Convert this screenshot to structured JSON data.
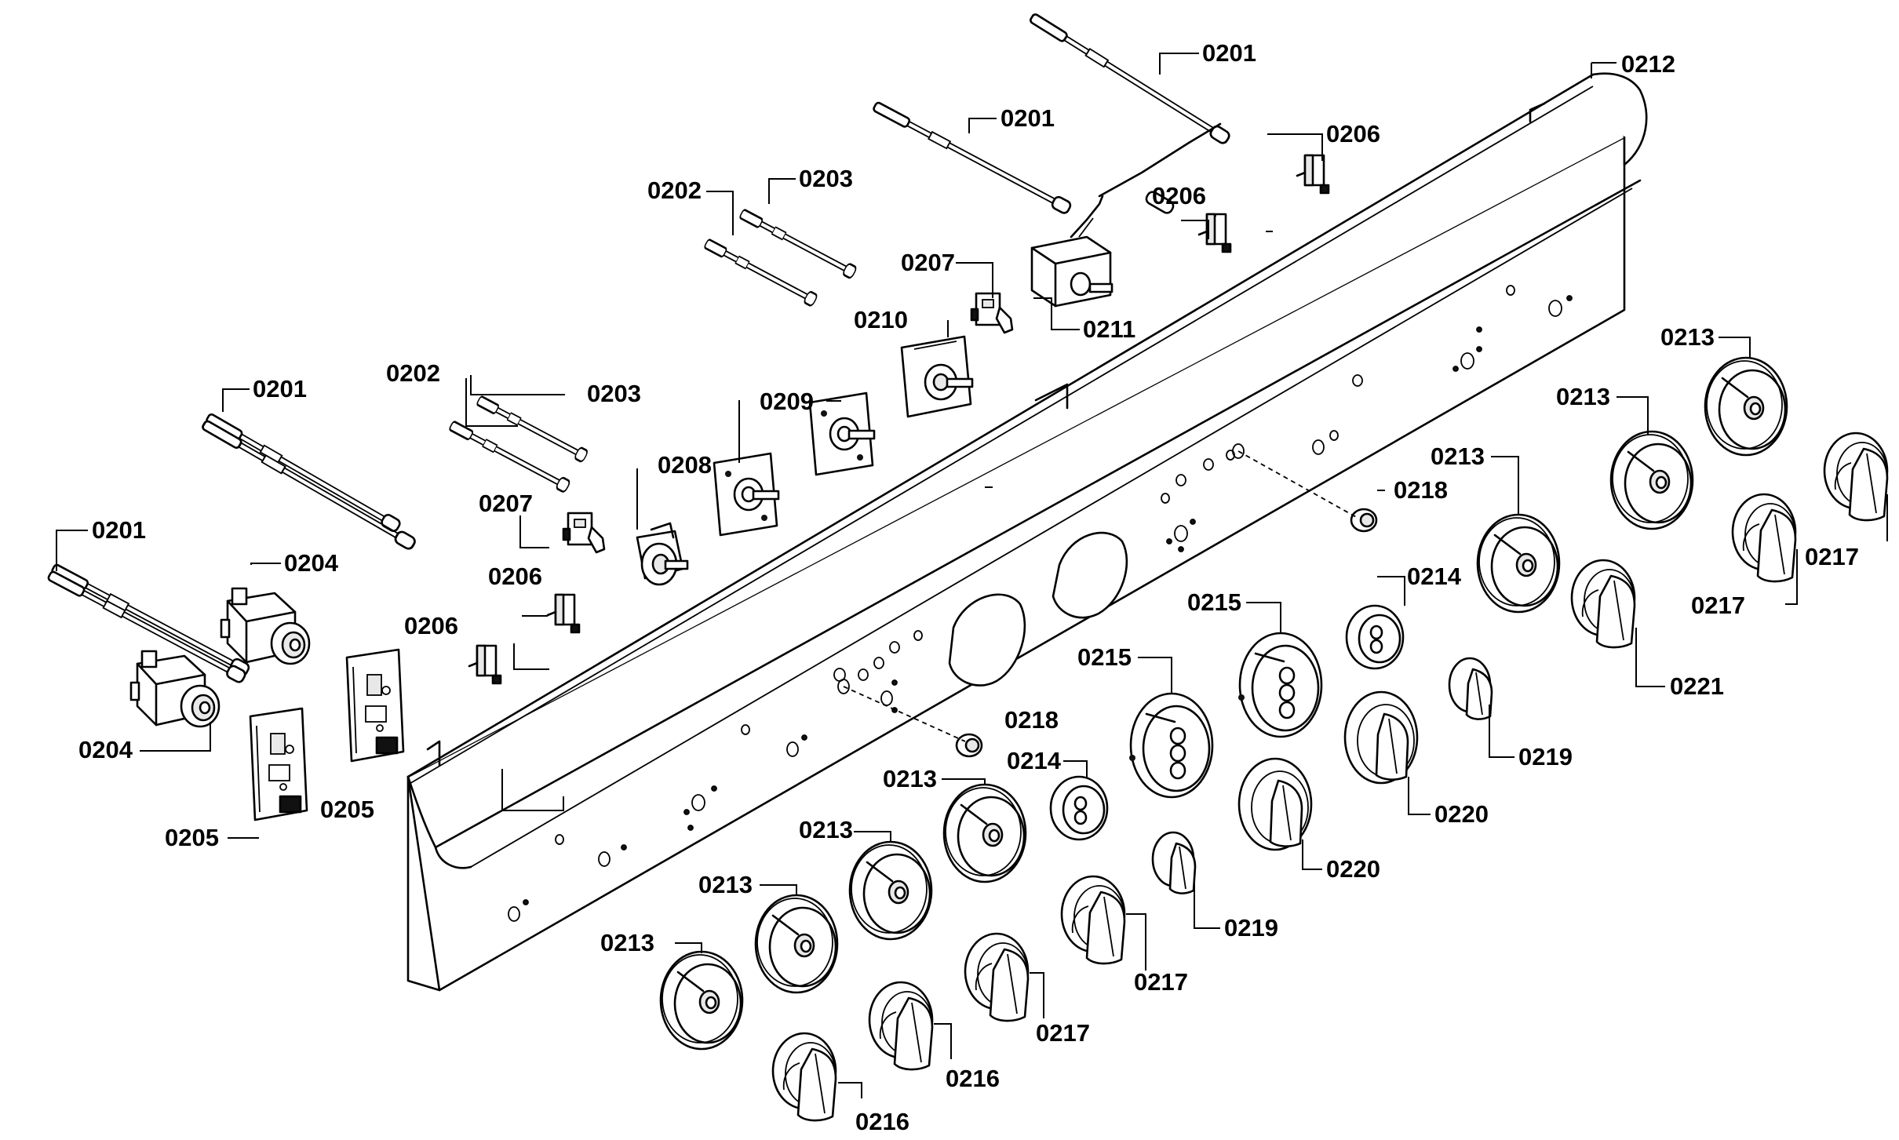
{
  "labels": {
    "p0201": "0201",
    "p0202": "0202",
    "p0203": "0203",
    "p0204": "0204",
    "p0205": "0205",
    "p0206": "0206",
    "p0207": "0207",
    "p0208": "0208",
    "p0209": "0209",
    "p0210": "0210",
    "p0211": "0211",
    "p0212": "0212",
    "p0213": "0213",
    "p0214": "0214",
    "p0215": "0215",
    "p0216": "0216",
    "p0217": "0217",
    "p0218": "0218",
    "p0219": "0219",
    "p0220": "0220",
    "p0221": "0221"
  },
  "colors": {
    "ink": "#000000",
    "paper": "#ffffff"
  }
}
